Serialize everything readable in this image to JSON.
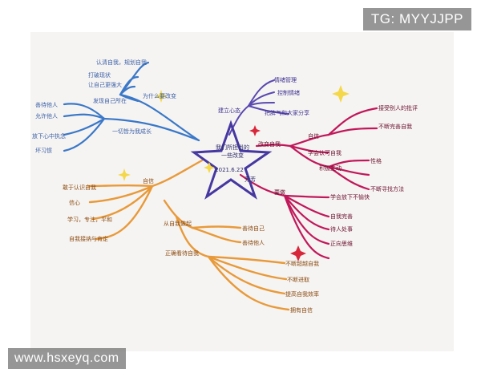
{
  "watermarks": {
    "top_right": "TG: MYYJJPP",
    "bottom_left": "www.hsxeyq.com"
  },
  "center": {
    "line1": "我们所担当的",
    "line2": "一些改变",
    "date": "2021.6.22",
    "author": "芳芳"
  },
  "colors": {
    "blue": "#3a78c8",
    "orange": "#e89a3a",
    "purple": "#5a48b0",
    "pink": "#c0185a",
    "star": "#4538a0",
    "accent_yellow": "#f4d84a",
    "accent_red": "#d8263a"
  },
  "branches": {
    "blue_top": {
      "label": "为什么要改变",
      "items": [
        "认清自我，规划自我",
        "打破现状",
        "让自己更强大",
        "发现自己所在"
      ]
    },
    "blue_left": {
      "label": "一切皆为我成长",
      "items": [
        "善待他人",
        "允许他人",
        "放下心中执念",
        "坏习惯"
      ]
    },
    "purple": {
      "label": "建立心态",
      "items": [
        "情绪管理",
        "控制情绪",
        "把脾气和大家分享"
      ]
    },
    "pink_mid": {
      "label": "改变自我",
      "items": [
        "性格",
        "自信",
        "学会认可自我",
        "积极主动"
      ],
      "right_items": [
        "接受别人的批评",
        "不断完善自我"
      ]
    },
    "pink_bottom": {
      "label": "要做",
      "items": [
        "学会放下不愉快",
        "自我完善",
        "待人处事",
        "正向思维",
        "不断寻找方法"
      ]
    },
    "orange_left": {
      "label": "自信",
      "items": [
        "敢于认识自我",
        "信心",
        "学习，专注，平和",
        "自我接纳与肯定"
      ]
    },
    "orange_mid": {
      "label": "从自我做起",
      "items": [
        "善待自己",
        "善待他人"
      ]
    },
    "orange_bottom": {
      "label": "正确看待自我",
      "items": [
        "不断超越自我",
        "不断进取",
        "提高自我效率",
        "拥有自信"
      ]
    }
  }
}
